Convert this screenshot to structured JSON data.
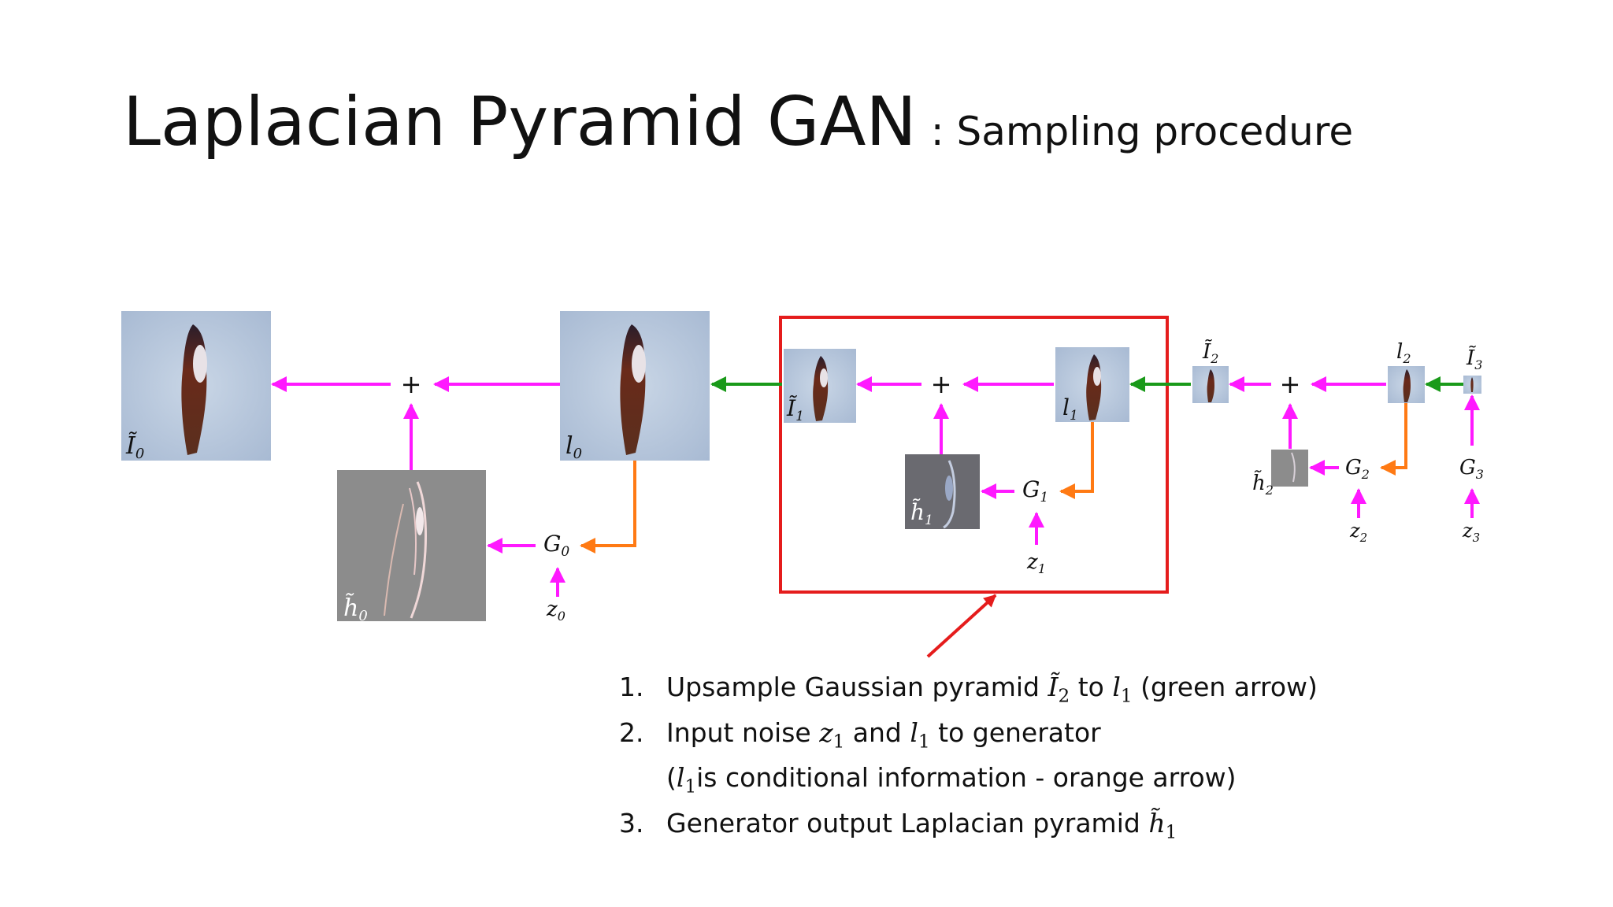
{
  "title": {
    "main": "Laplacian Pyramid GAN",
    "sub": ": Sampling procedure"
  },
  "diagram": {
    "labels": {
      "I0": "Ĩ",
      "I0_sub": "0",
      "l0": "l",
      "l0_sub": "0",
      "h0": "h̃",
      "h0_sub": "0",
      "G0": "G",
      "G0_sub": "0",
      "z0": "z",
      "z0_sub": "0",
      "I1": "Ĩ",
      "I1_sub": "1",
      "l1": "l",
      "l1_sub": "1",
      "h1": "h̃",
      "h1_sub": "1",
      "G1": "G",
      "G1_sub": "1",
      "z1": "z",
      "z1_sub": "1",
      "I2": "Ĩ",
      "I2_sub": "2",
      "l2": "l",
      "l2_sub": "2",
      "h2": "h̃",
      "h2_sub": "2",
      "G2": "G",
      "G2_sub": "2",
      "z2": "z",
      "z2_sub": "2",
      "I3": "Ĩ",
      "I3_sub": "3",
      "G3": "G",
      "G3_sub": "3",
      "z3": "z",
      "z3_sub": "3",
      "plus": "+"
    },
    "colors": {
      "magenta": "#ff19ff",
      "green": "#1a9a1a",
      "orange": "#ff7a14",
      "red": "#e51c1c"
    }
  },
  "notes": {
    "n1": "1.",
    "n1_a": "Upsample Gaussian pyramid ",
    "n1_sym1": "Ĩ",
    "n1_sym1_sub": "2",
    "n1_b": " to ",
    "n1_sym2": "l",
    "n1_sym2_sub": "1",
    "n1_c": " (green arrow)",
    "n2": "2.",
    "n2_a": "Input noise ",
    "n2_sym1": "z",
    "n2_sym1_sub": "1",
    "n2_b": " and ",
    "n2_sym2": "l",
    "n2_sym2_sub": "1",
    "n2_c": " to generator",
    "n2_line2_a": "(",
    "n2_line2_sym": "l",
    "n2_line2_sym_sub": "1",
    "n2_line2_b": " is conditional information - orange arrow)",
    "n3": "3.",
    "n3_a": "Generator output Laplacian pyramid ",
    "n3_sym": "h̃",
    "n3_sym_sub": "1"
  }
}
